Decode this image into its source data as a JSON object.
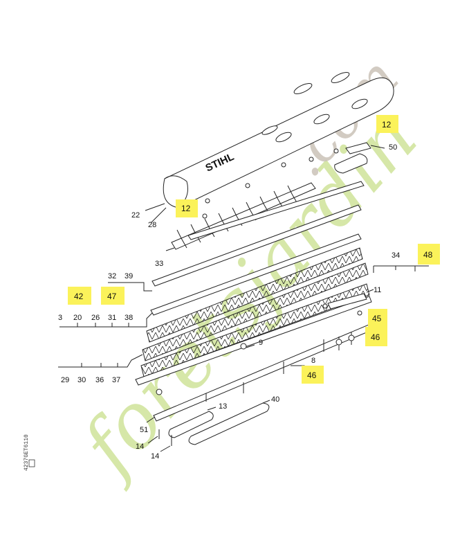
{
  "brand": "STIHL",
  "watermark": {
    "main": "foretsjardin",
    "suffix": ".com"
  },
  "side_code": "4237GET6110",
  "labels": {
    "p12a": "12",
    "p50": "50",
    "p22": "22",
    "p12b": "12",
    "p28": "28",
    "p33": "33",
    "p34": "34",
    "p48": "48",
    "p32": "32",
    "p39": "39",
    "p42": "42",
    "p47": "47",
    "p11": "11",
    "p3": "3",
    "p20": "20",
    "p26": "26",
    "p31": "31",
    "p38": "38",
    "p45": "45",
    "p46a": "46",
    "p9": "9",
    "p8": "8",
    "p46b": "46",
    "p29": "29",
    "p30": "30",
    "p36": "36",
    "p37": "37",
    "p13": "13",
    "p40": "40",
    "p51": "51",
    "p14a": "14",
    "p14b": "14"
  },
  "colors": {
    "highlight": "#fbf25a",
    "watermark_green": "#cfe39a",
    "watermark_grey": "#cbc3b8"
  }
}
